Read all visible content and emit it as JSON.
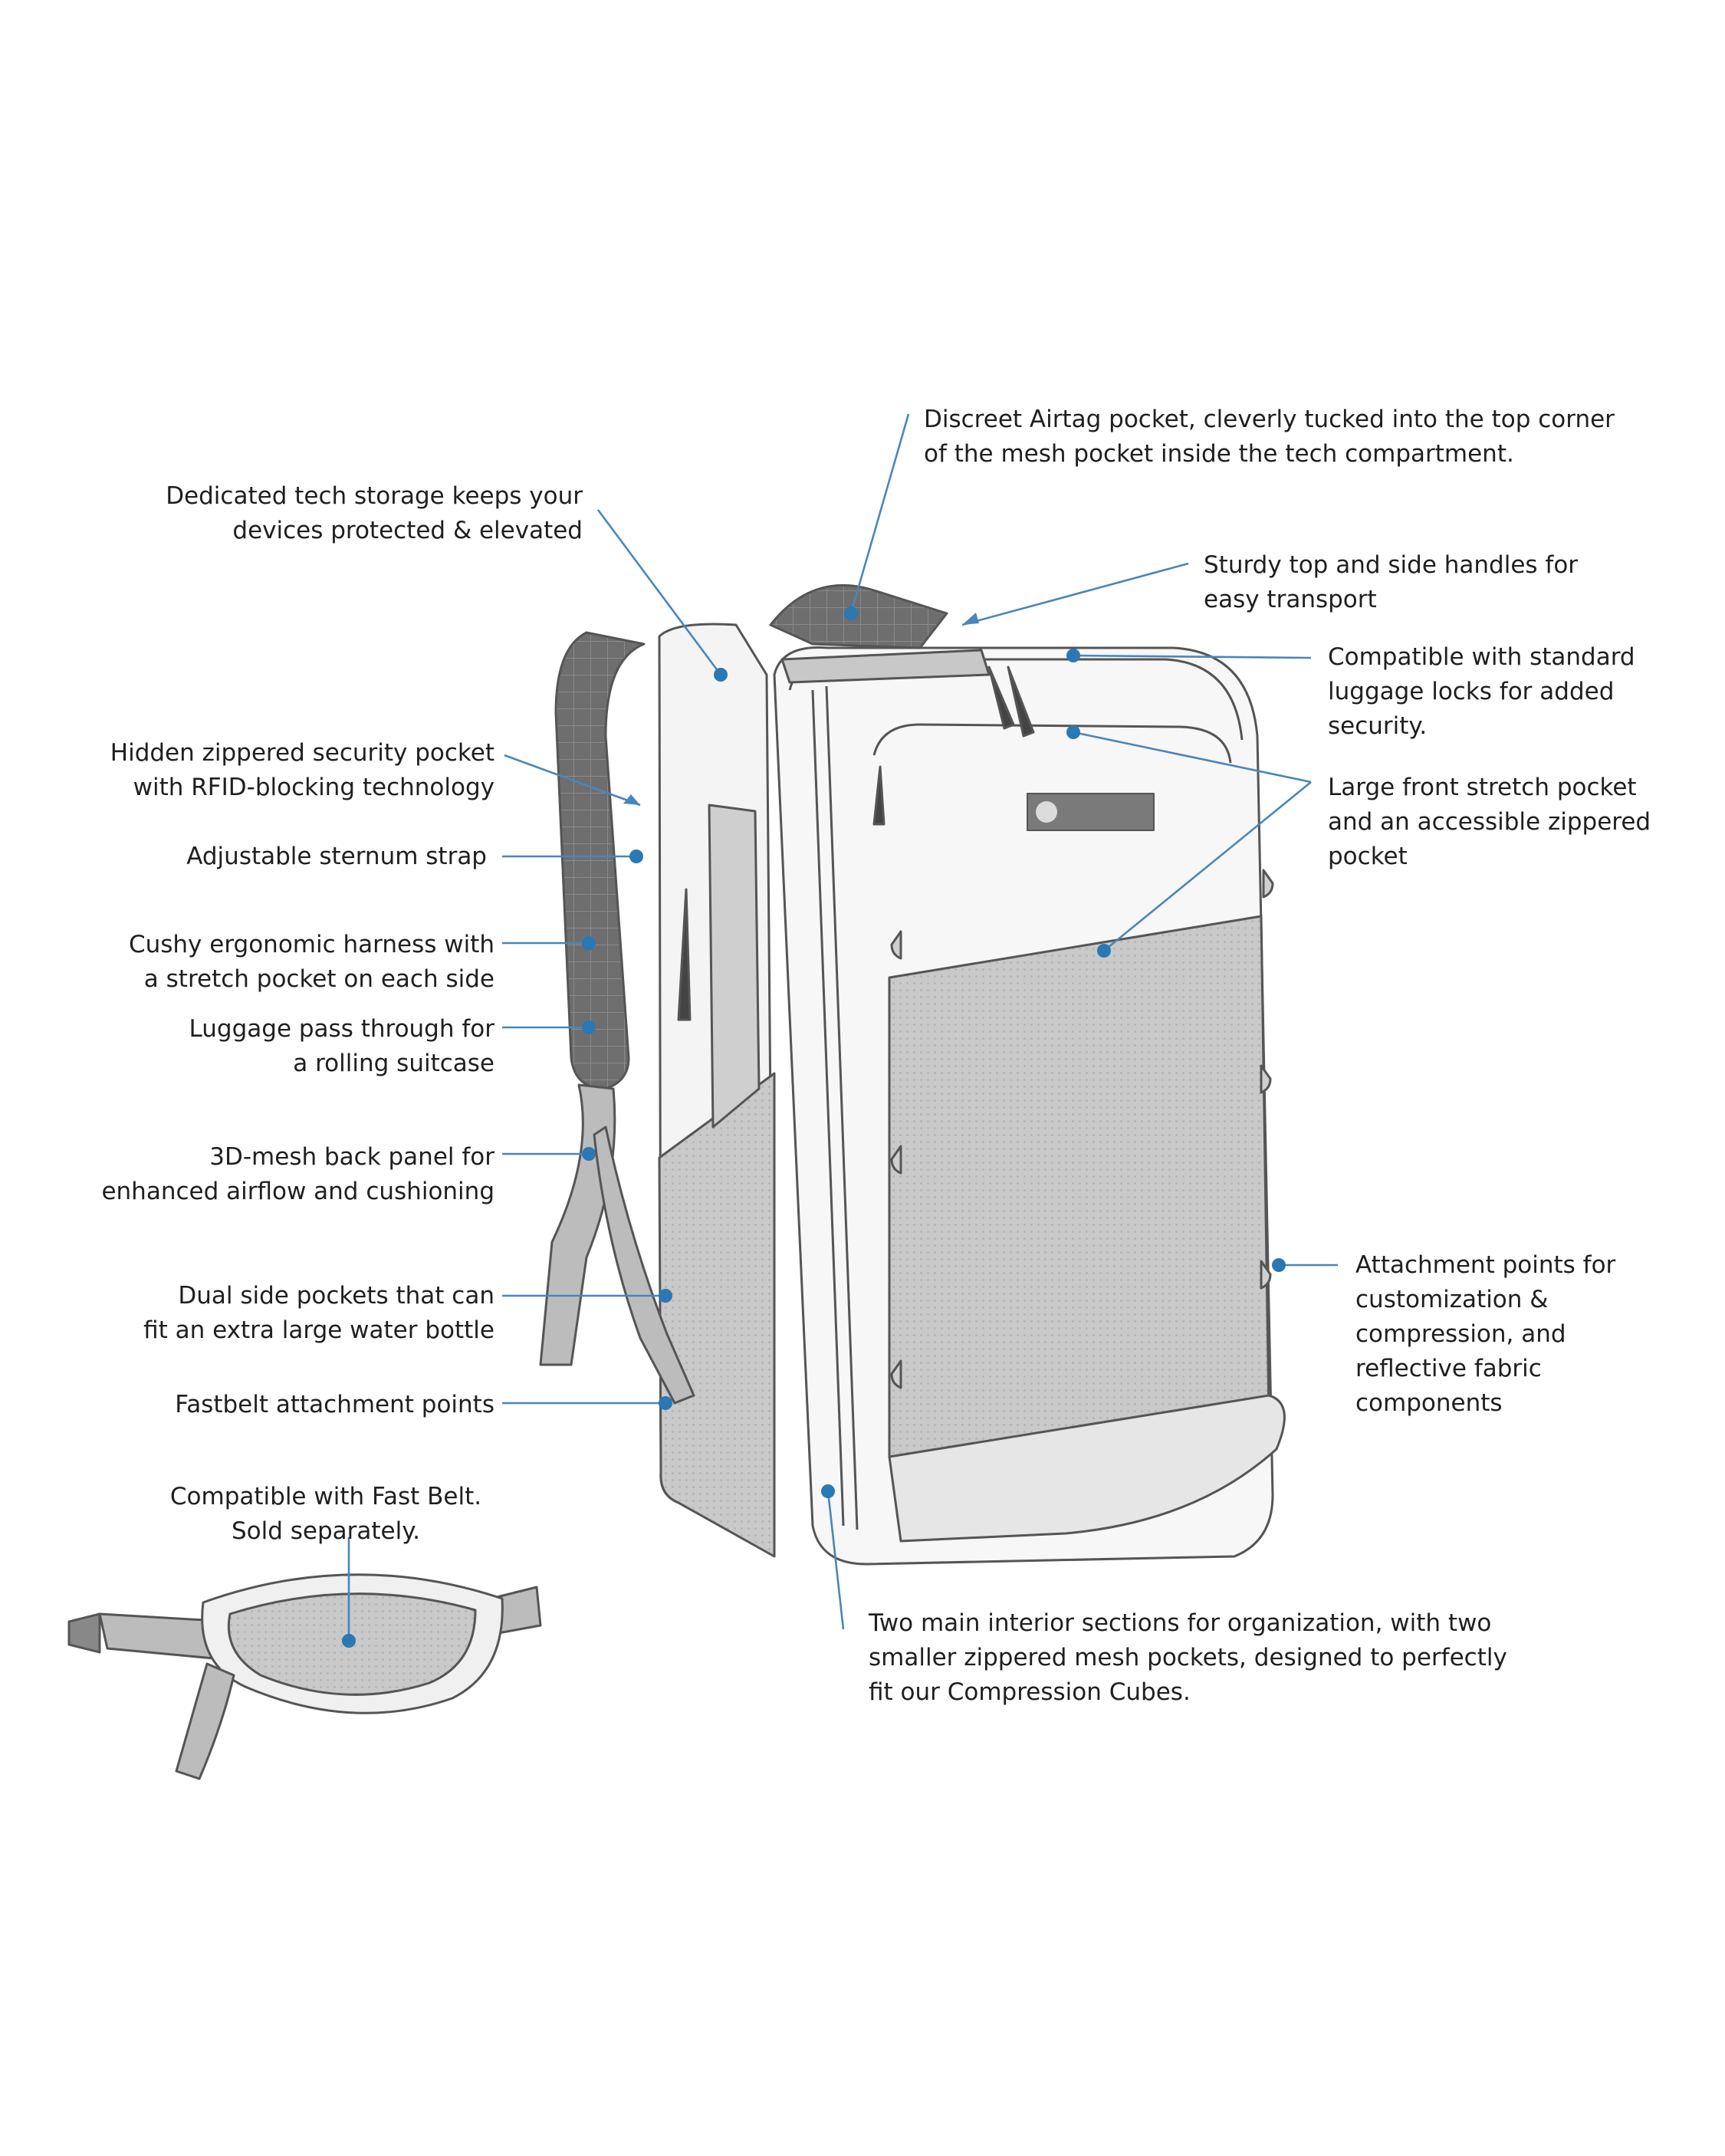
{
  "colors": {
    "accent_dot": "#2a78b4",
    "leader_line": "#4a86b8",
    "outline": "#555555",
    "panel_fill": "#eeeeee",
    "mesh_fill": "#c8c8c8",
    "harness_fill": "#6f6f6f",
    "strap_fill": "#bcbcbc"
  },
  "diagram": {
    "callouts": [
      {
        "id": "airtag",
        "text": "Discreet Airtag pocket, cleverly tucked into the top corner\nof the mesh pocket inside the tech compartment."
      },
      {
        "id": "tech-storage",
        "text": "Dedicated tech storage keeps your\ndevices protected &  elevated"
      },
      {
        "id": "handles",
        "text": "Sturdy top and side handles for\neasy transport"
      },
      {
        "id": "luggage-locks",
        "text": "Compatible with standard\nluggage locks for added\nsecurity."
      },
      {
        "id": "security-pocket",
        "text": "Hidden zippered security pocket\nwith RFID-blocking technology"
      },
      {
        "id": "front-pocket",
        "text": "Large front stretch pocket\nand an accessible zippered\npocket"
      },
      {
        "id": "sternum",
        "text": "Adjustable sternum strap"
      },
      {
        "id": "harness",
        "text": "Cushy ergonomic harness with\na stretch pocket on each side"
      },
      {
        "id": "luggage-pass",
        "text": "Luggage pass through for\na rolling suitcase"
      },
      {
        "id": "back-panel",
        "text": "3D-mesh back panel for\nenhanced airflow and cushioning"
      },
      {
        "id": "attachment-points",
        "text": "Attachment points for\ncustomization &\ncompression, and\nreflective fabric\ncomponents"
      },
      {
        "id": "side-pockets",
        "text": "Dual side pockets that can\nfit an extra large water bottle"
      },
      {
        "id": "fastbelt-points",
        "text": "Fastbelt attachment points"
      },
      {
        "id": "fast-belt",
        "text": "Compatible with Fast Belt.\nSold separately."
      },
      {
        "id": "interior",
        "text": "Two main interior sections for organization, with two\nsmaller zippered mesh pockets, designed to perfectly\nfit our Compression Cubes."
      }
    ],
    "icons": [
      "backpack-illustration",
      "fast-belt-illustration"
    ]
  }
}
